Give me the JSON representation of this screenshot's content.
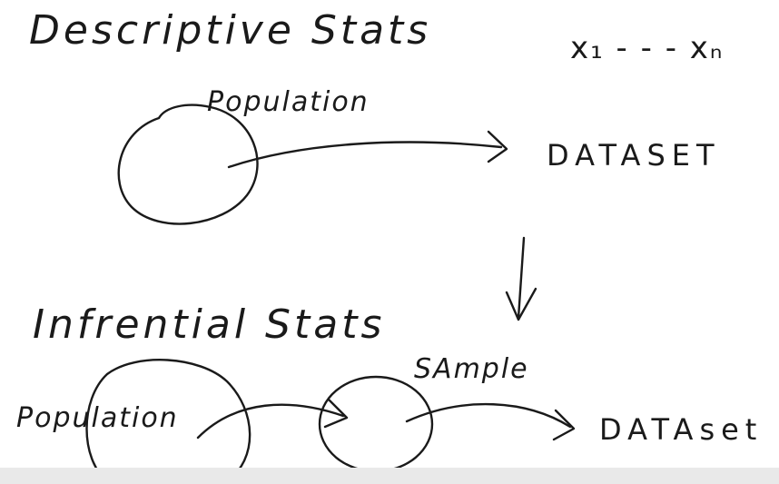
{
  "headings": {
    "descriptive": "Descriptive Stats",
    "inferential": "Infrential Stats"
  },
  "variables": "x₁ - - - xₙ",
  "top_diagram": {
    "circle_label": "Population",
    "target_label": "DATASET"
  },
  "bottom_diagram": {
    "circle_label": "Population",
    "sample_label": "SAmple",
    "target_label": "DATAset"
  }
}
